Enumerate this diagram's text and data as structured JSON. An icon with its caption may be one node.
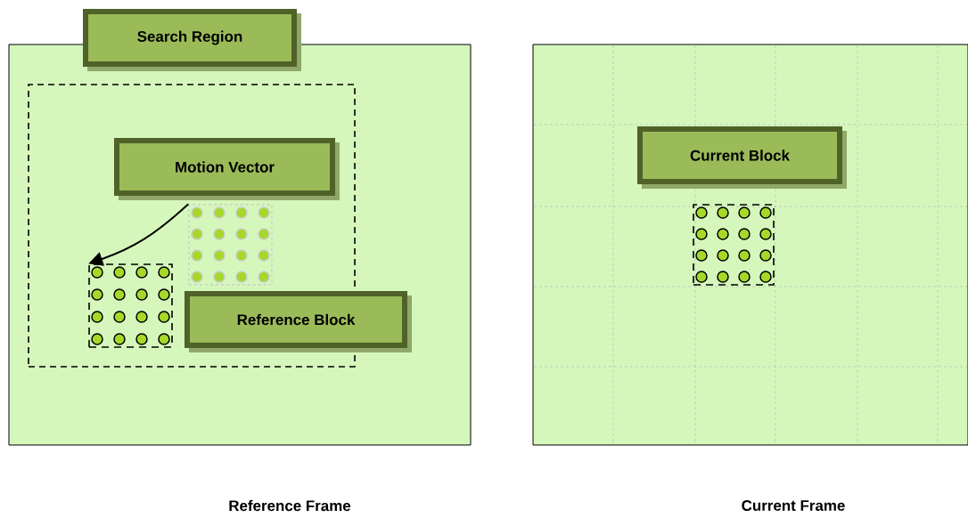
{
  "diagram": {
    "nodes": [
      {
        "text": [
          "Reference Frame"
        ]
      },
      {
        "text": [
          "Search Region"
        ]
      },
      {
        "text": [],
        "shape": "box",
        "in": 0
      },
      {
        "text": [
          "Motion Vector"
        ],
        "in": 2
      },
      {
        "text": [],
        "shape": "box",
        "in": 2
      },
      {
        "text": [],
        "shape": "box",
        "in": 2
      },
      {
        "text": [
          "Reference Block"
        ],
        "in": 0
      },
      {
        "text": [
          "Current Frame"
        ]
      },
      {
        "text": [
          "Current Block"
        ],
        "in": 7
      },
      {
        "text": [],
        "shape": "box",
        "in": 7
      }
    ],
    "edges": [
      {
        "from": 4,
        "to": 5,
        "arrow": "to"
      }
    ]
  }
}
